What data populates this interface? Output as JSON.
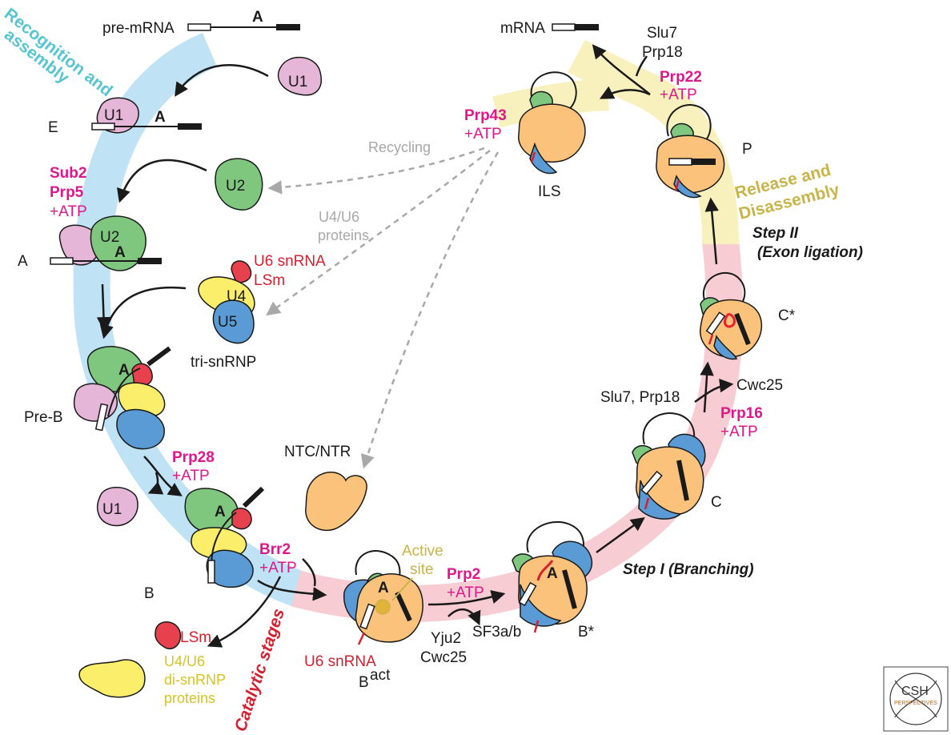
{
  "colors": {
    "recognition_band": "#bfe3f5",
    "catalytic_band": "#f7cdd3",
    "release_band": "#f8f1bd",
    "U1": "#e5b6d8",
    "U2": "#7fc77f",
    "U4": "#fbee6a",
    "U5": "#5b9bd5",
    "U6": "#e8414e",
    "NTC": "#fbc27b",
    "magenta": "#e0168b",
    "gray": "#a8a8a8",
    "olive": "#c8b448",
    "cyan": "#56c5d0"
  },
  "phases": {
    "recognition_line1": "Recognition and",
    "recognition_line2": "assembly",
    "catalytic": "Catalytic stages",
    "release_line1": "Release and",
    "release_line2": "Disassembly"
  },
  "steps": {
    "step1": "Step I (Branching)",
    "step2_line1": "Step II",
    "step2_line2": "(Exon ligation)"
  },
  "complexes": {
    "pre_mrna": "pre-mRNA",
    "E": "E",
    "A": "A",
    "preB": "Pre-B",
    "B": "B",
    "Bact": "B",
    "Bact_sup": "act",
    "Bstar": "B*",
    "C": "C",
    "Cstar": "C*",
    "P": "P",
    "ILS": "ILS",
    "mRNA": "mRNA",
    "tri_snrnp": "tri-snRNP",
    "ntc": "NTC/NTR"
  },
  "snrnps": {
    "U1": "U1",
    "U2": "U2",
    "U4": "U4",
    "U5": "U5",
    "branch_A": "A",
    "U6snRNA": "U6 snRNA",
    "LSm": "LSm",
    "u46_line1": "U4/U6",
    "u46_line2": "di-snRNP",
    "u46_line3": "proteins"
  },
  "factors": {
    "sub2": "Sub2",
    "prp5": "Prp5",
    "atp": "+ATP",
    "prp28": "Prp28",
    "brr2": "Brr2",
    "prp2": "Prp2",
    "yju2": "Yju2",
    "cwc25": "Cwc25",
    "sf3ab": "SF3a/b",
    "prp16": "Prp16",
    "slu7_prp18": "Slu7, Prp18",
    "cwc25_out": "Cwc25",
    "prp22": "Prp22",
    "slu7": "Slu7",
    "prp18": "Prp18",
    "prp43": "Prp43",
    "recycling": "Recycling",
    "u46prot_line1": "U4/U6",
    "u46prot_line2": "proteins",
    "active_line1": "Active",
    "active_line2": "site"
  },
  "logo": {
    "line1": "CSH",
    "line2": "PERSPECTIVES"
  }
}
